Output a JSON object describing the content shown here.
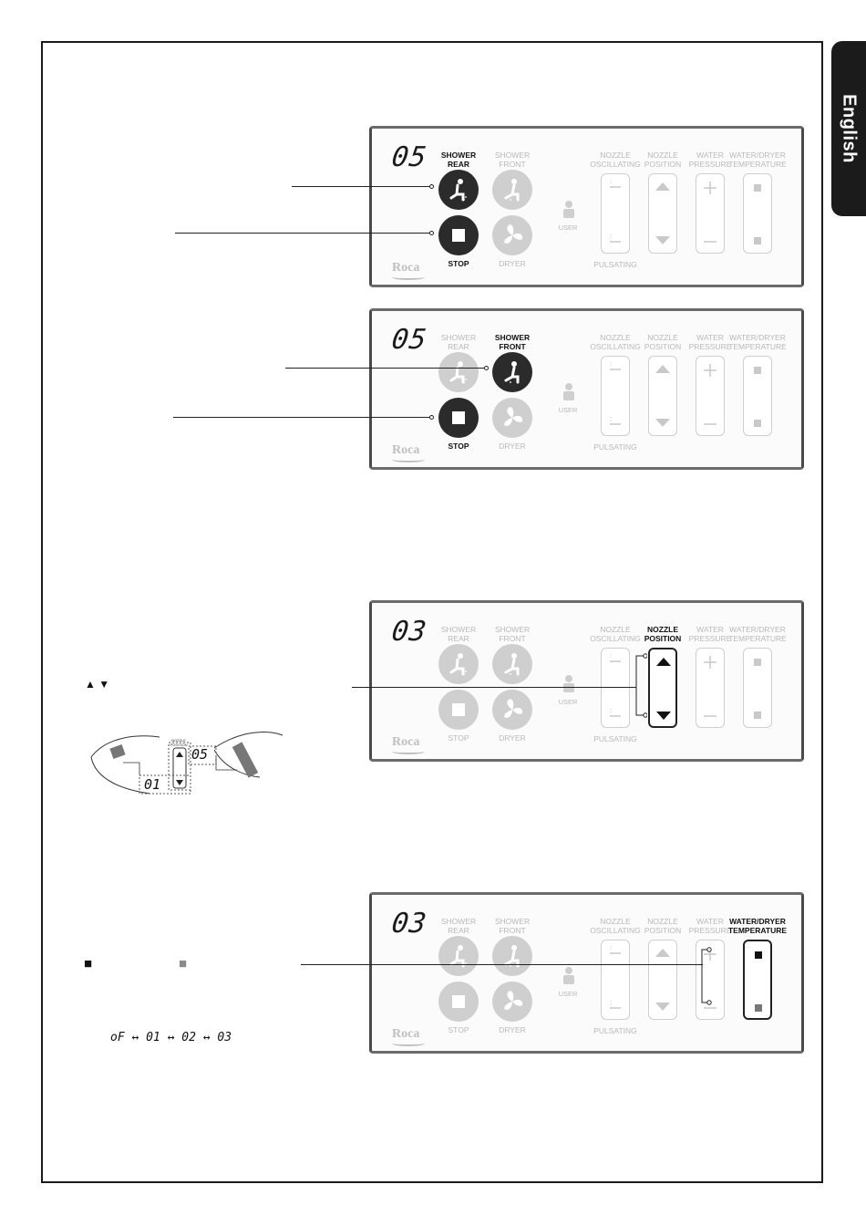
{
  "language_tab": "English",
  "brand": "Roca",
  "labels": {
    "shower_rear": "SHOWER\nREAR",
    "shower_front": "SHOWER\nFRONT",
    "stop": "STOP",
    "dryer": "DRYER",
    "user": "USER",
    "nozzle_oscillating": "NOZZLE\nOSCILLATING",
    "nozzle_position": "NOZZLE\nPOSITION",
    "water_pressure": "WATER\nPRESSURE",
    "water_dryer_temperature": "WATER/DRYER\nTEMPERATURE",
    "pulsating": "PULSATING"
  },
  "panels": [
    {
      "display": "05",
      "active": [
        "shower_rear",
        "stop"
      ]
    },
    {
      "display": "05",
      "active": [
        "shower_front",
        "stop"
      ]
    },
    {
      "display": "03",
      "active": [
        "nozzle_position"
      ]
    },
    {
      "display": "03",
      "active": [
        "water_dryer_temperature"
      ]
    }
  ],
  "nozzle_figure": {
    "label": "NOZZLE\nPOSITION",
    "display_top": "05",
    "display_bottom": "01"
  },
  "symbols": {
    "up_down": "▲  ▼",
    "temp_squares_black": "■",
    "temp_squares_grey": "■"
  },
  "sequence": "oF ↔ 01 ↔ 02 ↔ 03",
  "colors": {
    "active_fill": "#2b2b2b",
    "inactive_fill": "#cfcfcf",
    "frame": "#1a1a1a"
  }
}
